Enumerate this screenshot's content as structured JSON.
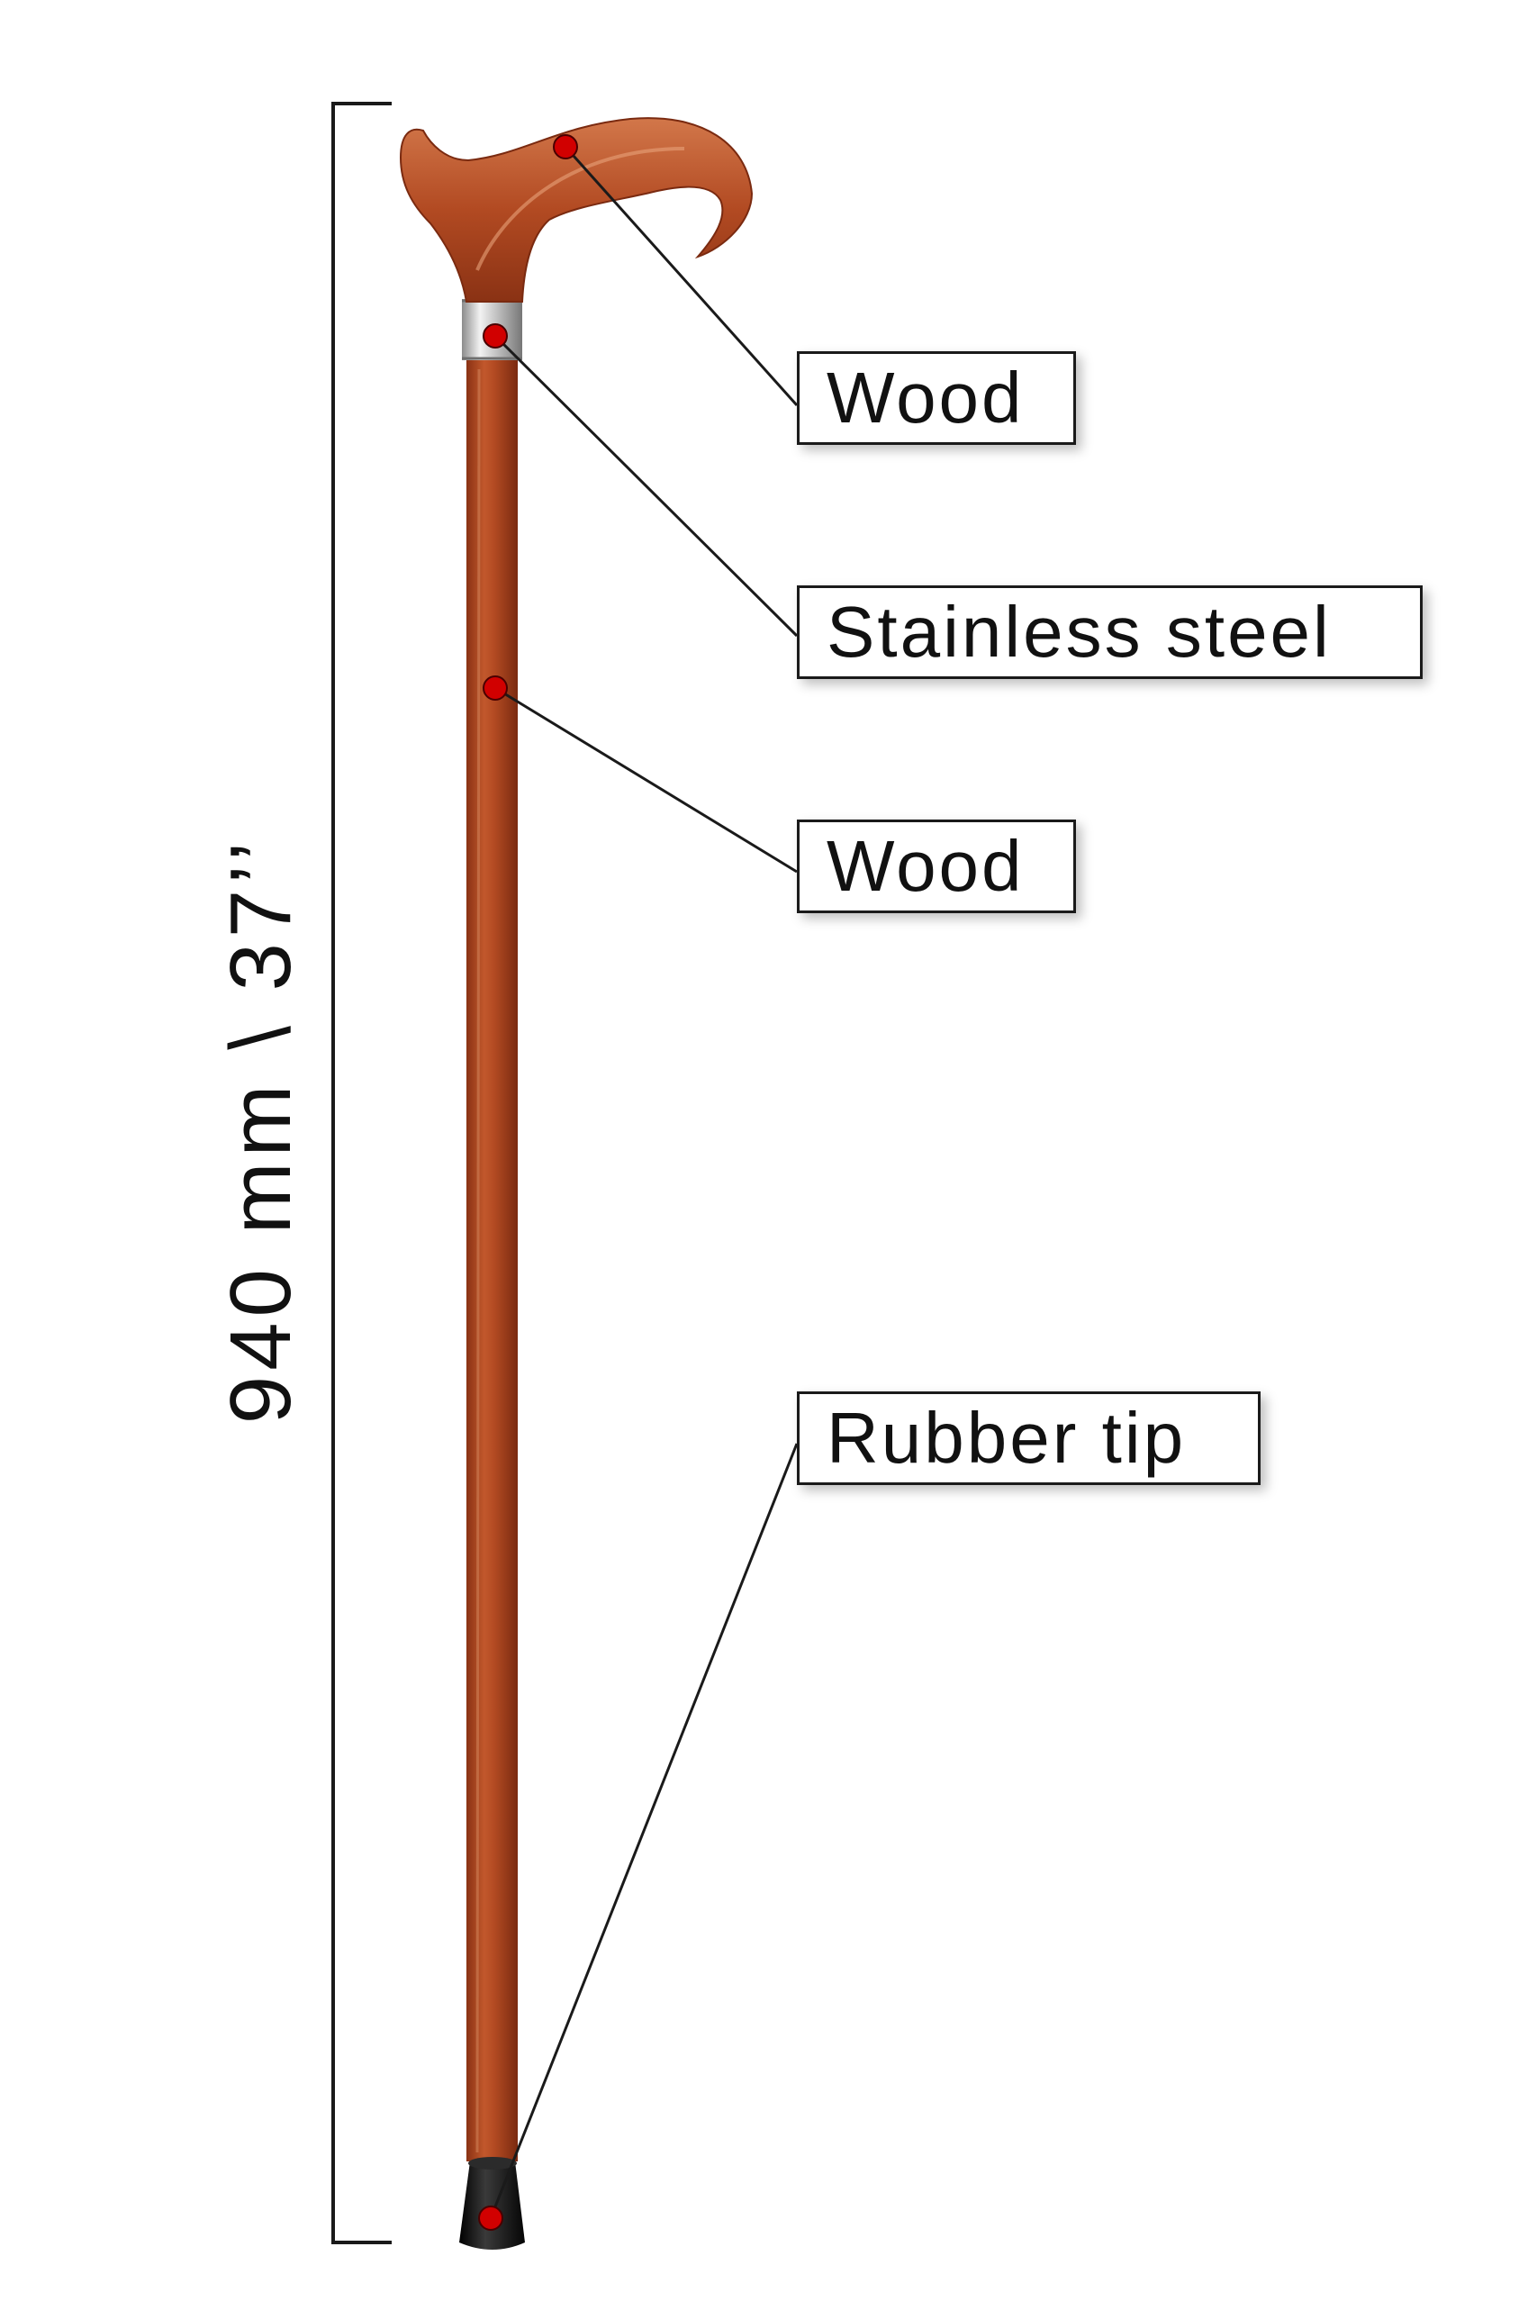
{
  "dimension": {
    "text": "940 mm \\ 37’’"
  },
  "labels": [
    {
      "id": "handle",
      "text": "Wood"
    },
    {
      "id": "collar",
      "text": "Stainless steel"
    },
    {
      "id": "shaft",
      "text": "Wood"
    },
    {
      "id": "tip",
      "text": "Rubber tip"
    }
  ],
  "colors": {
    "wood": "#b24a22",
    "wood_dark": "#8a3214",
    "wood_light": "#d2774a",
    "steel": "#cfcfcf",
    "rubber": "#111111",
    "marker": "#d10000",
    "line": "#1a1a1a"
  }
}
